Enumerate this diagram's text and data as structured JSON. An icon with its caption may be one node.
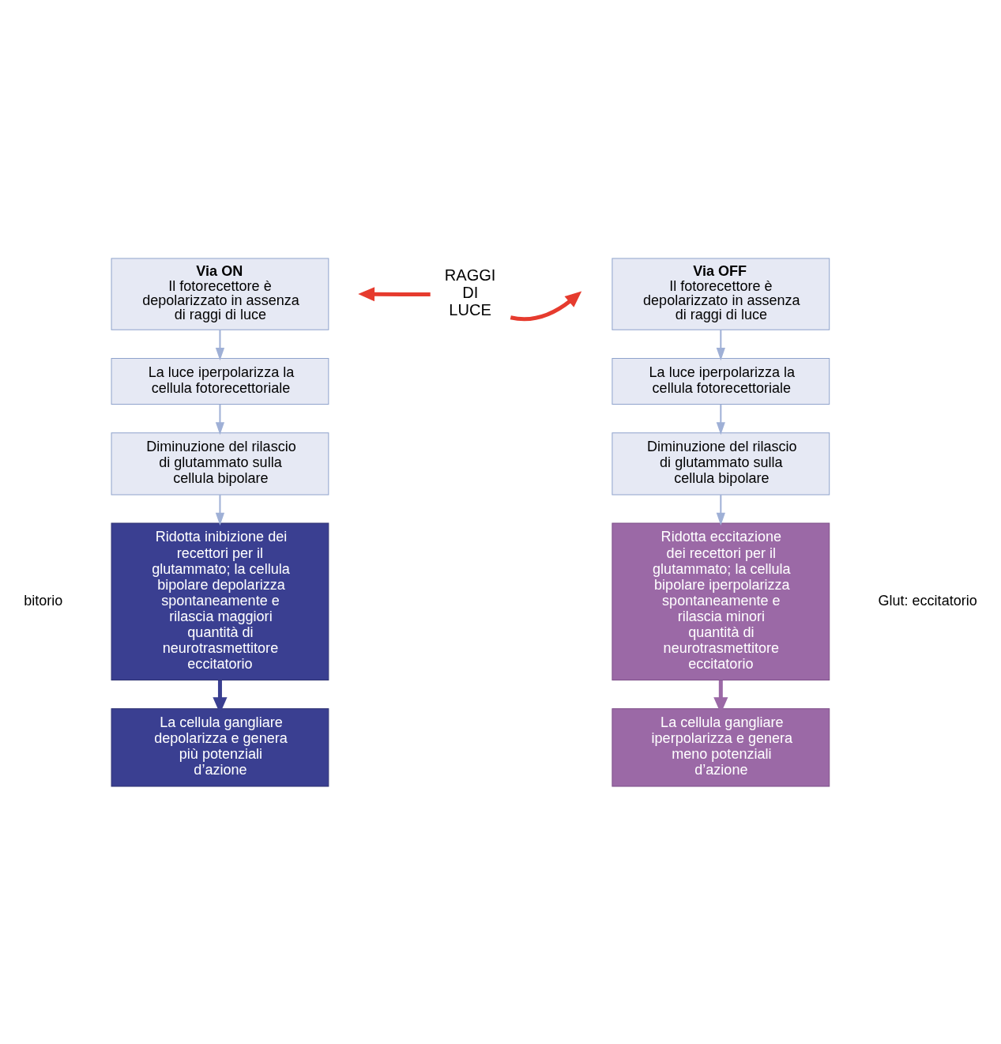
{
  "diagram": {
    "nodes": [
      {
        "text": [
          "Via ON",
          "Il fotorecettore è depolarizzato in assenza di raggi di luce"
        ]
      },
      {
        "text": [
          "Via OFF",
          "Il fotorecettore è depolarizzato in assenza di raggi di luce"
        ]
      },
      {
        "text": [
          "RAGGI DI LUCE"
        ]
      },
      {
        "text": [
          "La luce iperpolarizza la cellula fotorecettoriale"
        ]
      },
      {
        "text": [
          "La luce iperpolarizza la cellula fotorecettoriale"
        ]
      },
      {
        "text": [
          "Diminuzione del rilascio di glutammato sulla cellula bipolare"
        ]
      },
      {
        "text": [
          "Diminuzione del rilascio di glutammato sulla cellula bipolare"
        ]
      },
      {
        "text": [
          "Ridotta inibizione dei recettori per il glutammato; la cellula bipolare depolarizza spontaneamente e rilascia maggiori quantità di neurotrasmettitore eccitatorio"
        ]
      },
      {
        "text": [
          "Ridotta eccitazione dei recettori per il glutammato; la cellula bipolare iperpolarizza spontaneamente e rilascia minori quantità di neurotrasmettitore eccitatorio"
        ]
      },
      {
        "text": [
          "La cellula gangliare depolarizza e genera più potenziali d’azione"
        ]
      },
      {
        "text": [
          "La cellula gangliare iperpolarizza e genera meno potenziali d’azione"
        ]
      }
    ],
    "edges": [
      {
        "from": 0,
        "to": 3,
        "arrow": "to"
      },
      {
        "from": 3,
        "to": 5,
        "arrow": "to"
      },
      {
        "from": 5,
        "to": 7,
        "arrow": "to"
      },
      {
        "from": 7,
        "to": 9,
        "arrow": "to",
        "style": "thick",
        "color": "#3a3f91"
      },
      {
        "from": 1,
        "to": 4,
        "arrow": "to"
      },
      {
        "from": 4,
        "to": 6,
        "arrow": "to"
      },
      {
        "from": 6,
        "to": 8,
        "arrow": "to"
      },
      {
        "from": 8,
        "to": 10,
        "arrow": "to",
        "style": "thick",
        "color": "#9b69a6"
      },
      {
        "from": 2,
        "to": null,
        "arrow": "to",
        "style": "thick",
        "color": "#e63b2e"
      },
      {
        "from": 2,
        "to": null,
        "arrow": "to",
        "style": "thick",
        "color": "#e63b2e"
      }
    ],
    "labels": [
      "bitorio",
      "Glut: eccitatorio"
    ]
  }
}
